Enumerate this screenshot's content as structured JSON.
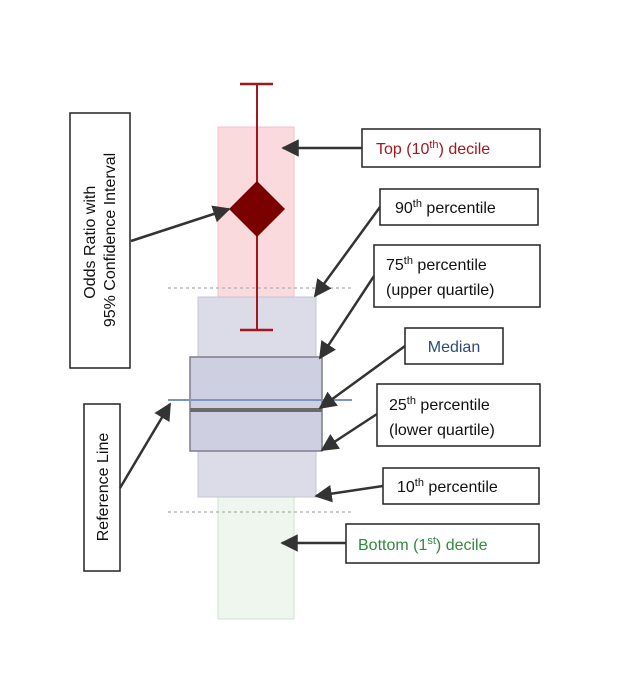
{
  "labels": {
    "odds_ratio_line1": "Odds Ratio with",
    "odds_ratio_line2": "95% Confidence Interval",
    "reference_line": "Reference Line",
    "top_decile_a": "Top (10",
    "top_decile_sup": "th",
    "top_decile_b": ") decile",
    "p90_num": "90",
    "p90_sup": "th",
    "p90_text": " percentile",
    "p75_num": "75",
    "p75_sup": "th",
    "p75_text": " percentile",
    "p75_line2": "(upper quartile)",
    "median": "Median",
    "p25_num": "25",
    "p25_sup": "th",
    "p25_text": " percentile",
    "p25_line2": "(lower quartile)",
    "p10_num": "10",
    "p10_sup": "th",
    "p10_text": " percentile",
    "bottom_decile_a": "Bottom (1",
    "bottom_decile_sup": "st",
    "bottom_decile_b": ") decile"
  },
  "colors": {
    "top_decile": "#a3171e",
    "median": "#2e4a7a",
    "bottom_decile": "#2e8b3c",
    "diamond": "#7b0000",
    "ci_line": "#a3171e",
    "top_band": "#fadadd",
    "bottom_band": "#eef6ee",
    "outer_box": "#dcdce8",
    "inner_box": "#cfcfe2"
  }
}
